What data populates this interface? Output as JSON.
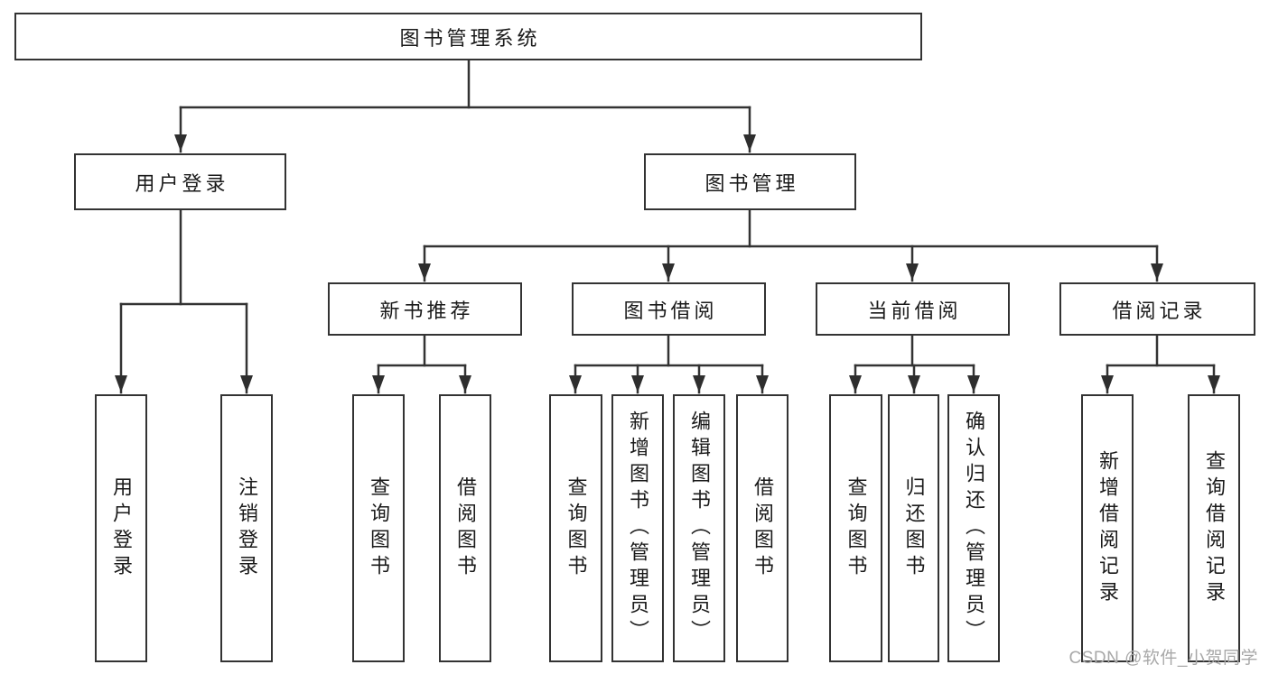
{
  "diagram": {
    "watermark": "CSDN @软件_小贺同学",
    "colors": {
      "line": "#333333",
      "box_border": "#333333",
      "box_fill": "#ffffff",
      "text": "#1a1a1a",
      "watermark": "#a8a8a8",
      "background": "#ffffff"
    },
    "tree": {
      "label": "图书管理系统",
      "children": [
        {
          "label": "用户登录",
          "children": [
            {
              "label": "用户登录"
            },
            {
              "label": "注销登录"
            }
          ]
        },
        {
          "label": "图书管理",
          "children": [
            {
              "label": "新书推荐",
              "children": [
                {
                  "label": "查询图书"
                },
                {
                  "label": "借阅图书"
                }
              ]
            },
            {
              "label": "图书借阅",
              "children": [
                {
                  "label": "查询图书"
                },
                {
                  "label": "新增图书（管理员）"
                },
                {
                  "label": "编辑图书（管理员）"
                },
                {
                  "label": "借阅图书"
                }
              ]
            },
            {
              "label": "当前借阅",
              "children": [
                {
                  "label": "查询图书"
                },
                {
                  "label": "归还图书"
                },
                {
                  "label": "确认归还（管理员）"
                }
              ]
            },
            {
              "label": "借阅记录",
              "children": [
                {
                  "label": "新增借阅记录"
                },
                {
                  "label": "查询借阅记录"
                }
              ]
            }
          ]
        }
      ]
    }
  }
}
